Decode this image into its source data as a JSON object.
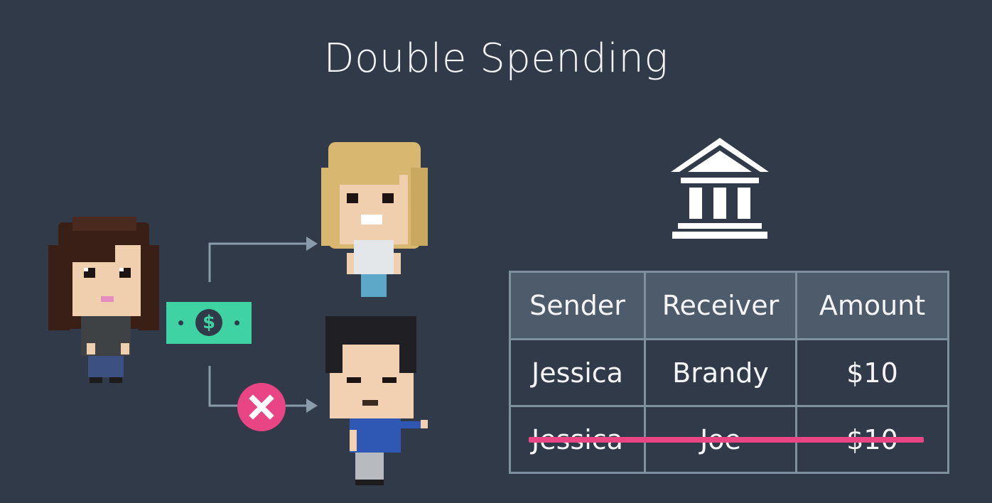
{
  "title": "Double Spending",
  "ledger": {
    "headers": [
      "Sender",
      "Receiver",
      "Amount"
    ],
    "rows": [
      {
        "sender": "Jessica",
        "receiver": "Brandy",
        "amount": "$10",
        "struck": false
      },
      {
        "sender": "Jessica",
        "receiver": "Joe",
        "amount": "$10",
        "struck": true
      }
    ]
  },
  "banknote_symbol": "$",
  "icons": {
    "bank": "bank-icon",
    "reject": "x-icon",
    "money": "dollar-bill-icon"
  },
  "colors": {
    "background": "#313a48",
    "money": "#3fd2a3",
    "reject": "#e94584",
    "strike": "#e94584",
    "arrow": "#8a9bab"
  }
}
